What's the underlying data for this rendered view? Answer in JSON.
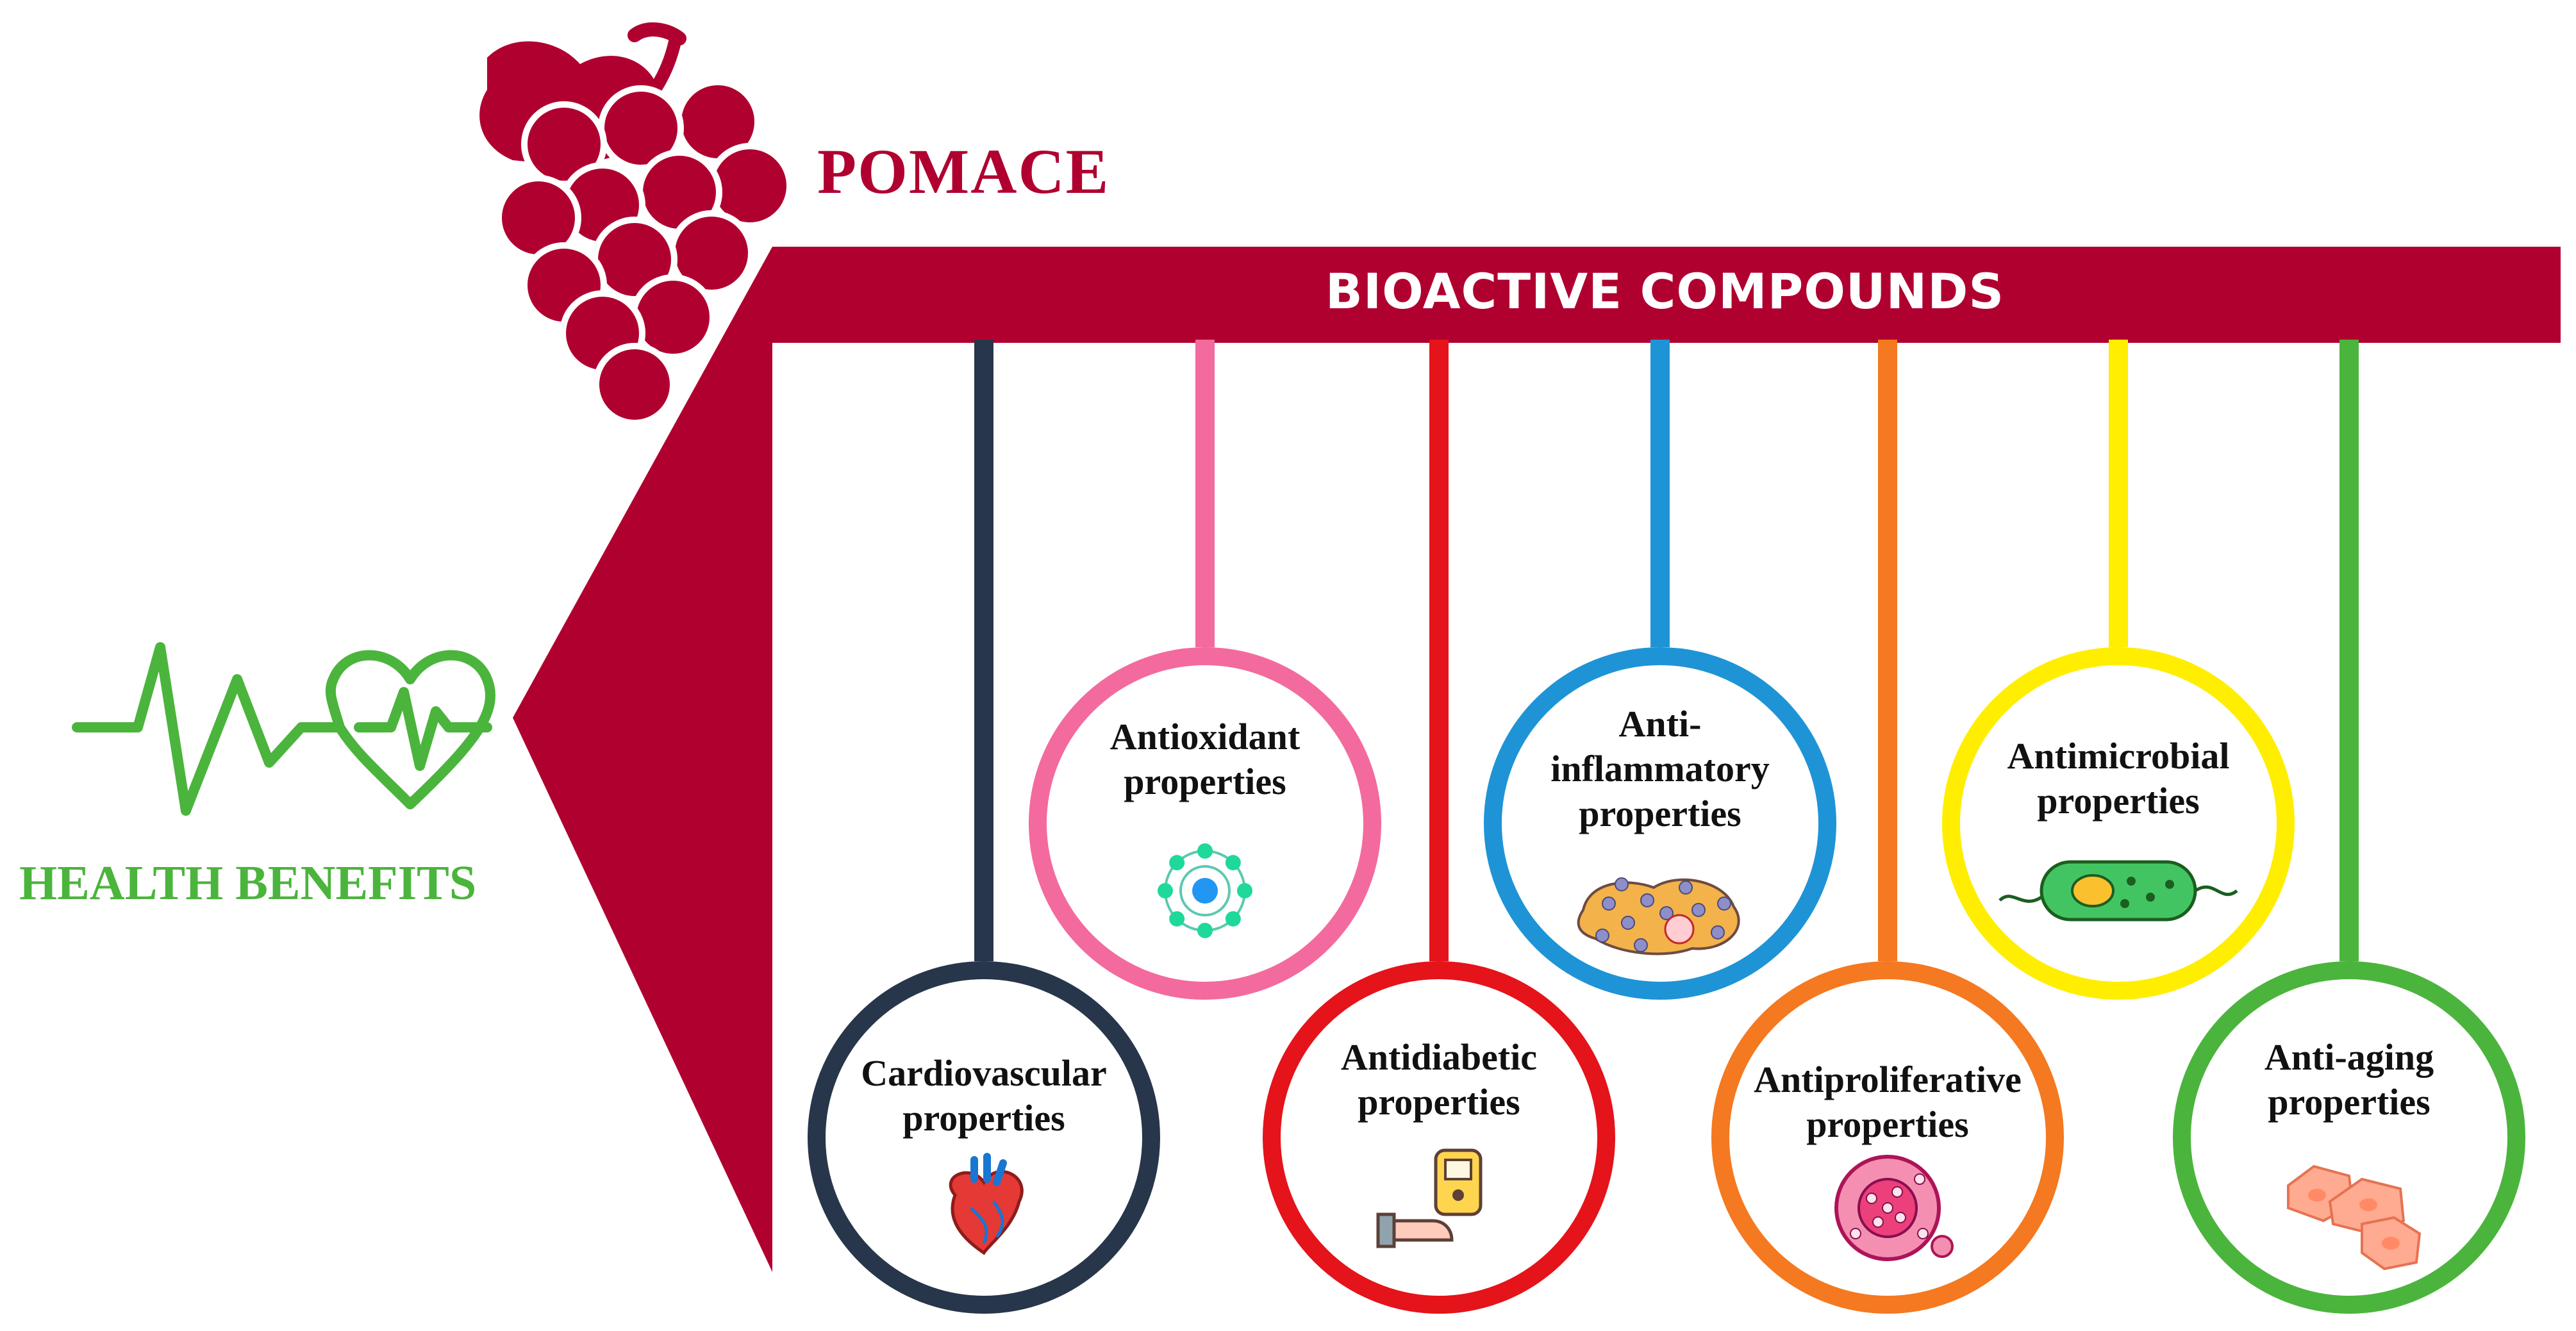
{
  "header": {
    "pomace_label": "POMACE",
    "bioactive_label": "BIOACTIVE COMPOUNDS"
  },
  "side": {
    "health_label": "HEALTH BENEFITS"
  },
  "colors": {
    "brand_red": "#b00030",
    "health_green": "#4bb43c"
  },
  "properties": [
    {
      "lines": [
        "Cardiovascular",
        "properties"
      ],
      "color": "#27364a",
      "icon": "heart-organ-icon"
    },
    {
      "lines": [
        "Antioxidant",
        "properties"
      ],
      "color": "#f36a9e",
      "icon": "atom-molecule-icon"
    },
    {
      "lines": [
        "Antidiabetic",
        "properties"
      ],
      "color": "#e5131a",
      "icon": "glucose-meter-icon"
    },
    {
      "lines": [
        "Anti-",
        "inflammatory",
        "properties"
      ],
      "color": "#1e94d6",
      "icon": "inflamed-cell-icon"
    },
    {
      "lines": [
        "Antiproliferative",
        "properties"
      ],
      "color": "#f47920",
      "icon": "tumor-cell-icon"
    },
    {
      "lines": [
        "Antimicrobial",
        "properties"
      ],
      "color": "#ffee00",
      "icon": "bacteria-icon"
    },
    {
      "lines": [
        "Anti-aging",
        "properties"
      ],
      "color": "#4bb43c",
      "icon": "skin-cells-icon"
    }
  ]
}
